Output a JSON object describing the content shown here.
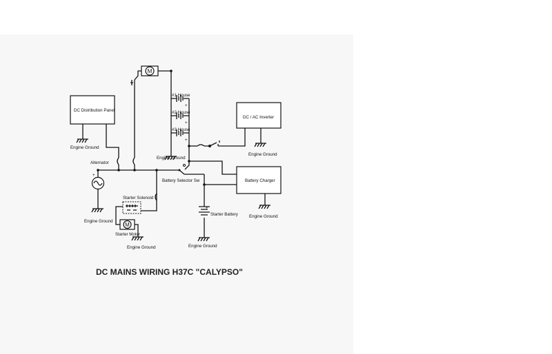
{
  "title": "DC MAINS WIRING H37C \"CALYPSO\"",
  "components": {
    "dc_panel": "DC Distribution Panel",
    "inverter": "DC / AC Inverter",
    "charger": "Battery Charger",
    "alternator": "Alternator",
    "solenoid": "Starter Solenoid",
    "starter_motor": "Starter Motor",
    "selector": "Battery Selector Sw",
    "starter_battery": "Starter Battery",
    "house1": "#1 House",
    "house2": "#2 House",
    "house3": "#3 House"
  },
  "grounds": {
    "panel": "Engine Ground",
    "house": "Engine Ground",
    "inverter": "Engine Ground",
    "charger": "Engine Ground",
    "alternator": "Engine Ground",
    "motor": "Engine Ground",
    "starter_battery": "Engine Ground"
  },
  "symbols": {
    "motor": "M",
    "plus": "+",
    "minus": "-"
  }
}
